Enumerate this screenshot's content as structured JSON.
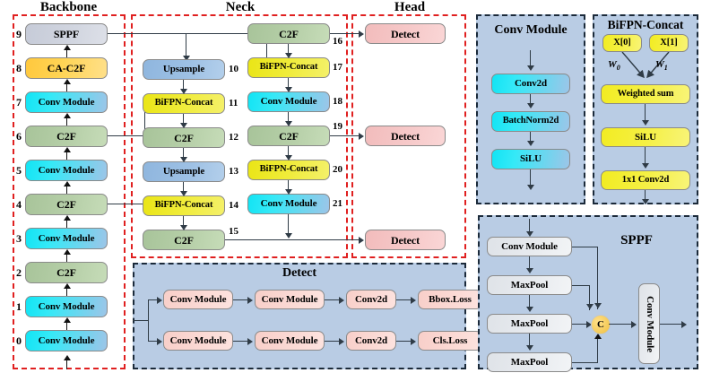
{
  "figure": {
    "groups": [
      {
        "id": "backbone",
        "title": "Backbone"
      },
      {
        "id": "neck",
        "title": "Neck"
      },
      {
        "id": "head",
        "title": "Head"
      }
    ]
  },
  "backbone": {
    "nodes": [
      {
        "idx": "9",
        "label": "SPPF",
        "style": "sppf"
      },
      {
        "idx": "8",
        "label": "CA-C2F",
        "style": "ca"
      },
      {
        "idx": "7",
        "label": "Conv Module",
        "style": "conv"
      },
      {
        "idx": "6",
        "label": "C2F",
        "style": "c2f"
      },
      {
        "idx": "5",
        "label": "Conv Module",
        "style": "conv"
      },
      {
        "idx": "4",
        "label": "C2F",
        "style": "c2f"
      },
      {
        "idx": "3",
        "label": "Conv Module",
        "style": "conv"
      },
      {
        "idx": "2",
        "label": "C2F",
        "style": "c2f"
      },
      {
        "idx": "1",
        "label": "Conv Module",
        "style": "conv"
      },
      {
        "idx": "0",
        "label": "Conv Module",
        "style": "conv"
      }
    ]
  },
  "neck": {
    "left_column": [
      {
        "idx": "10",
        "label": "Upsample",
        "style": "ups"
      },
      {
        "idx": "11",
        "label": "BiFPN-Concat",
        "style": "bifpn"
      },
      {
        "idx": "12",
        "label": "C2F",
        "style": "c2f"
      },
      {
        "idx": "13",
        "label": "Upsample",
        "style": "ups"
      },
      {
        "idx": "14",
        "label": "BiFPN-Concat",
        "style": "bifpn"
      },
      {
        "idx": "15",
        "label": "C2F",
        "style": "c2f"
      }
    ],
    "right_column": [
      {
        "idx": "16",
        "label": "C2F",
        "style": "c2f"
      },
      {
        "idx": "17",
        "label": "BiFPN-Concat",
        "style": "bifpn"
      },
      {
        "idx": "18",
        "label": "Conv Module",
        "style": "conv"
      },
      {
        "idx": "19",
        "label": "C2F",
        "style": "c2f"
      },
      {
        "idx": "20",
        "label": "BiFPN-Concat",
        "style": "bifpn"
      },
      {
        "idx": "21",
        "label": "Conv Module",
        "style": "conv"
      }
    ]
  },
  "head": {
    "nodes": [
      {
        "label": "Detect"
      },
      {
        "label": "Detect"
      },
      {
        "label": "Detect"
      }
    ]
  },
  "conv_module_panel": {
    "title": "Conv Module",
    "nodes": [
      "Conv2d",
      "BatchNorm2d",
      "SiLU"
    ]
  },
  "bifpn_panel": {
    "title": "BiFPN-Concat",
    "inputs": [
      "X[0]",
      "X[1]"
    ],
    "weights": [
      "W",
      "W"
    ],
    "weight_subs": [
      "0",
      "1"
    ],
    "nodes": [
      "Weighted sum",
      "SiLU",
      "1x1 Conv2d"
    ]
  },
  "detect_panel": {
    "title": "Detect",
    "row_top": [
      "Conv Module",
      "Conv Module",
      "Conv2d",
      "Bbox.Loss"
    ],
    "row_bottom": [
      "Conv Module",
      "Conv Module",
      "Conv2d",
      "Cls.Loss"
    ]
  },
  "sppf_panel": {
    "title": "SPPF",
    "nodes": [
      "Conv Module",
      "MaxPool",
      "MaxPool",
      "MaxPool"
    ],
    "concat_label": "C",
    "output": "Conv Module"
  },
  "colors": {
    "group_border": "#e02020",
    "panel_border": "#1b2a3a",
    "panel_fill": "#b9cce4",
    "conv": "#2ee3f2",
    "c2f": "#b0cba2",
    "ca_c2f": "#ffcc44",
    "sppf": "#ccd1dc",
    "upsample": "#96bce2",
    "bifpn": "#efe925",
    "detect": "#f4c2c2",
    "line": "#2f3b46"
  }
}
